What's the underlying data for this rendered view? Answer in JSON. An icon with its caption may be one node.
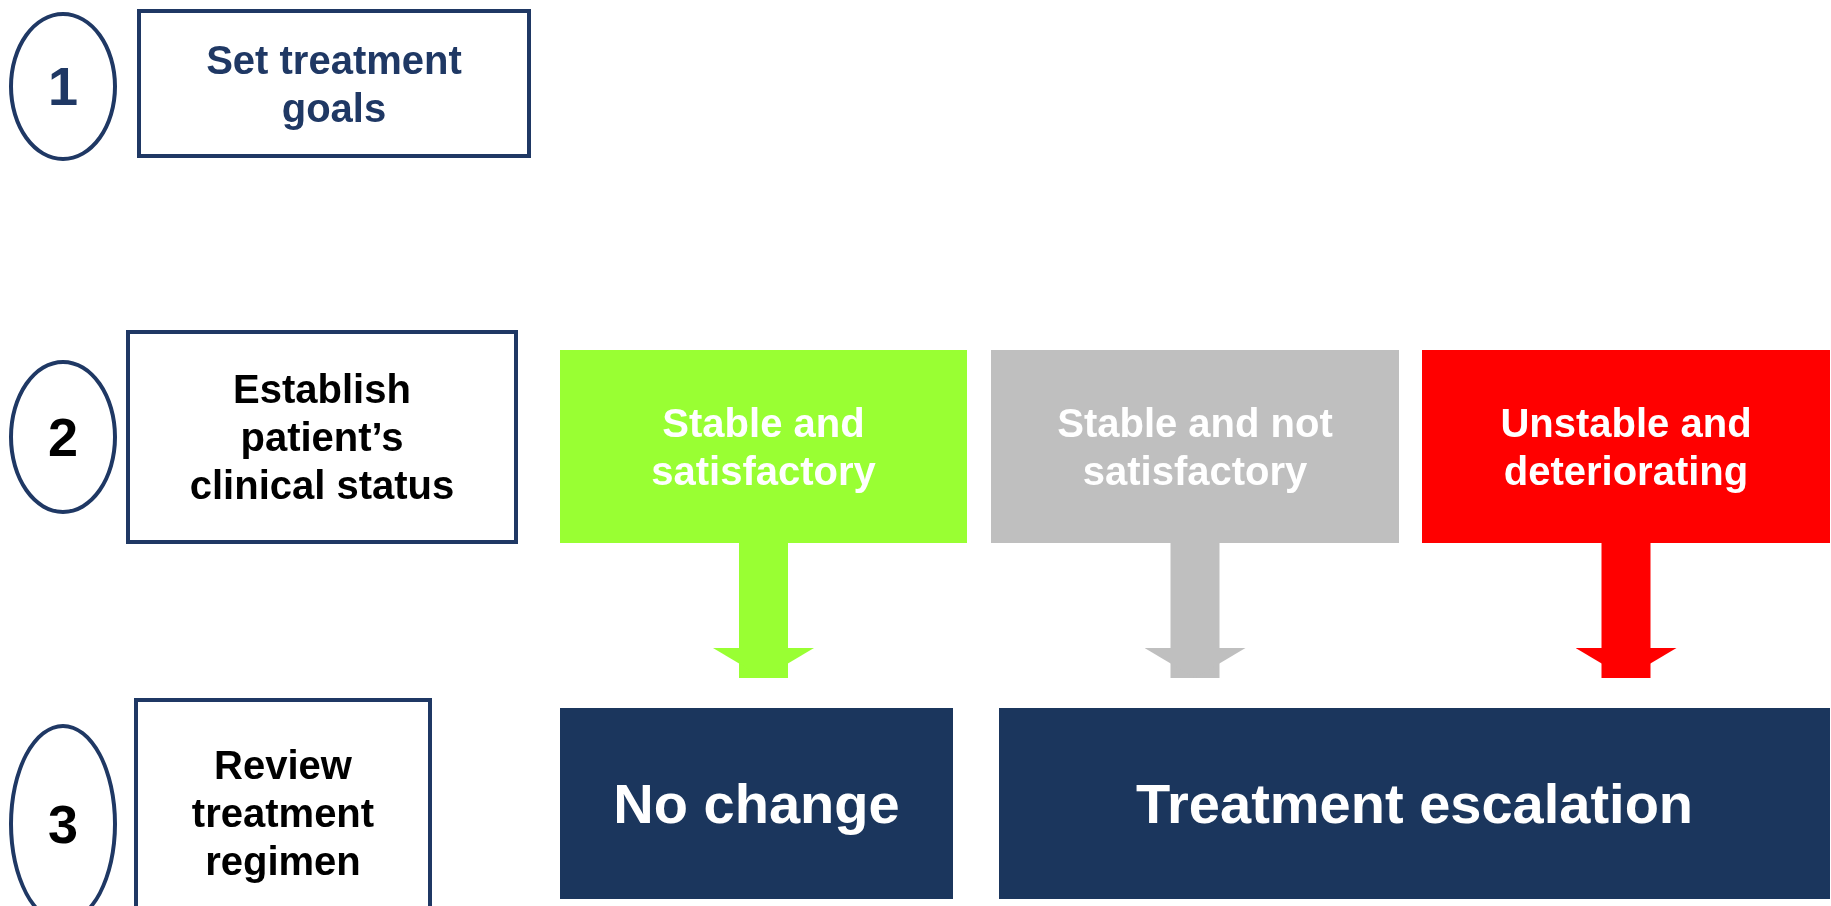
{
  "diagram": {
    "nodes": [
      {
        "text": [
          "1"
        ]
      },
      {
        "text": [
          "Set treatment goals"
        ]
      },
      {
        "text": [
          "2"
        ]
      },
      {
        "text": [
          "Establish patient’s clinical status"
        ]
      },
      {
        "text": [
          "Stable and satisfactory"
        ]
      },
      {
        "text": [
          "Stable and not satisfactory"
        ]
      },
      {
        "text": [
          "Unstable and deteriorating"
        ]
      },
      {
        "text": [
          "3"
        ]
      },
      {
        "text": [
          "Review treatment regimen"
        ]
      },
      {
        "text": [
          "No change"
        ]
      },
      {
        "text": [
          "Treatment escalation"
        ]
      }
    ],
    "edges": [
      {
        "from": 4,
        "to": 9,
        "arrow": "to",
        "color": "#99ff33"
      },
      {
        "from": 5,
        "to": 10,
        "arrow": "to",
        "color": "#bfbfbf"
      },
      {
        "from": 6,
        "to": 10,
        "arrow": "to",
        "color": "#ff0000"
      }
    ]
  }
}
